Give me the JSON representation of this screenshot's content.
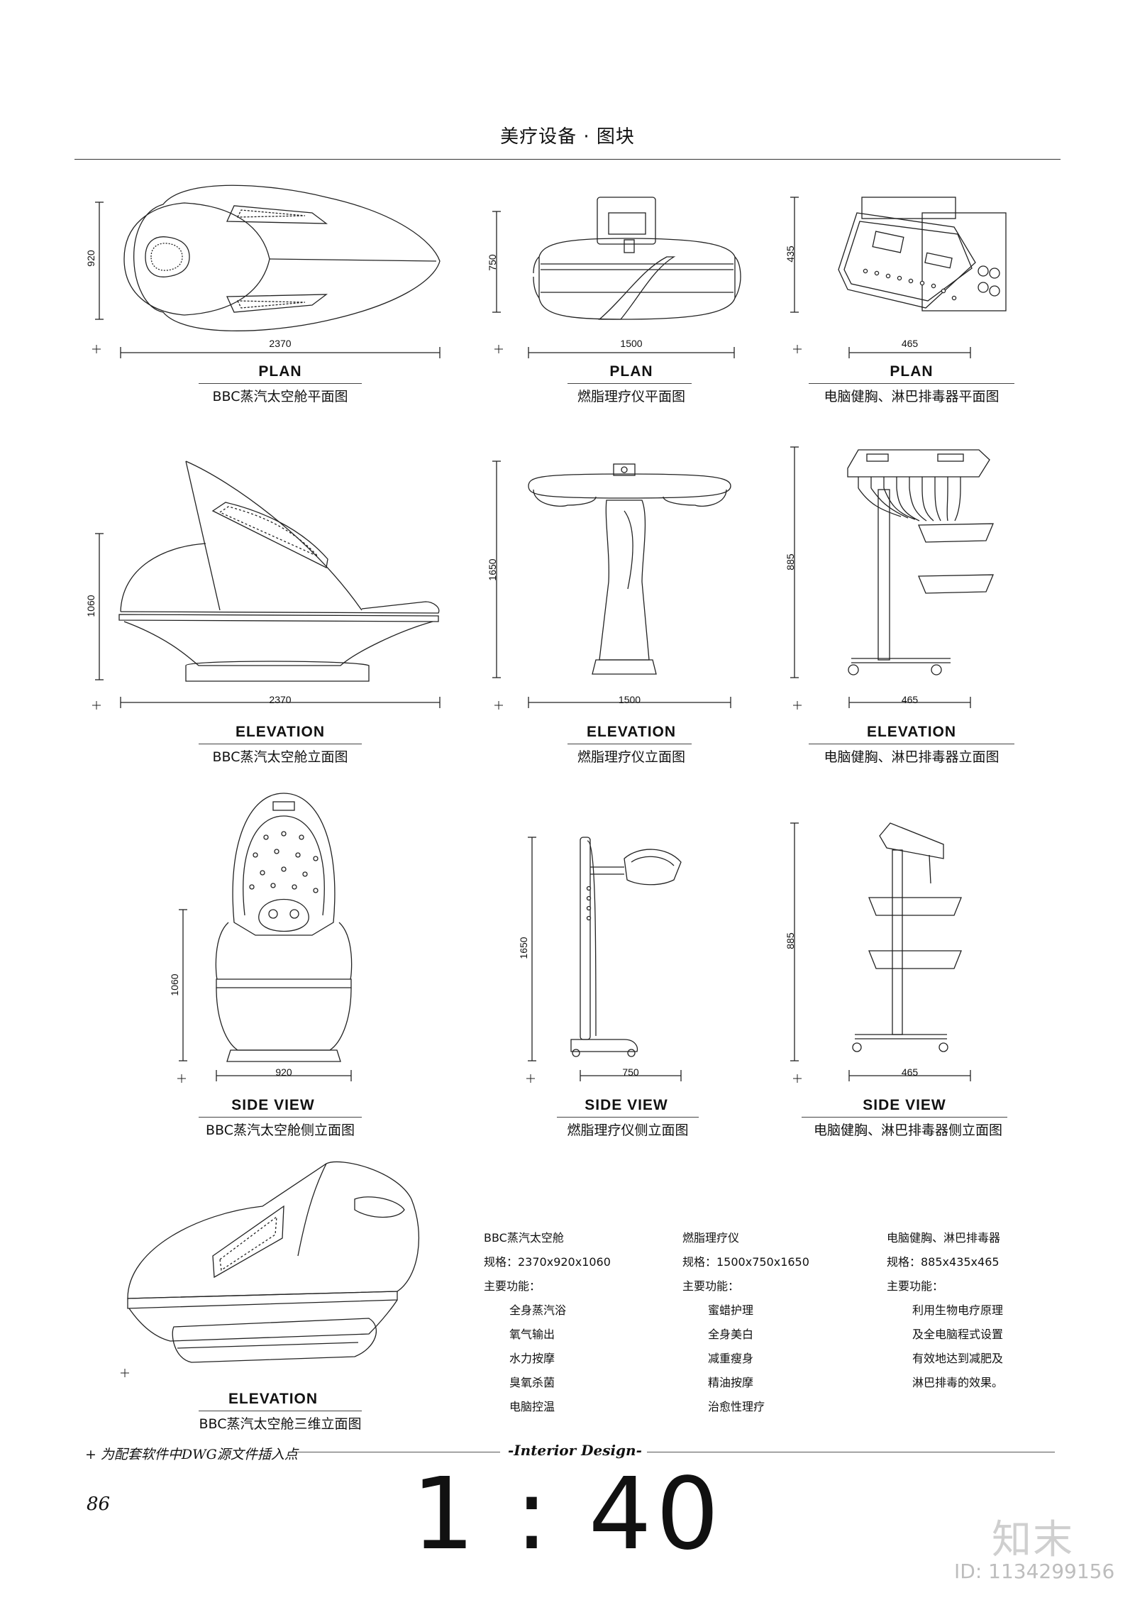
{
  "header": {
    "title": "美疗设备 · 图块"
  },
  "views": [
    {
      "id": "a-plan",
      "view": "PLAN",
      "caption": "BBC蒸汽太空舱平面图",
      "width_dim": "2370",
      "height_dim": "920"
    },
    {
      "id": "b-plan",
      "view": "PLAN",
      "caption": "燃脂理疗仪平面图",
      "width_dim": "1500",
      "height_dim": "750"
    },
    {
      "id": "c-plan",
      "view": "PLAN",
      "caption": "电脑健胸、淋巴排毒器平面图",
      "width_dim": "465",
      "height_dim": "435"
    },
    {
      "id": "a-elev",
      "view": "ELEVATION",
      "caption": "BBC蒸汽太空舱立面图",
      "width_dim": "2370",
      "height_dim": "1060"
    },
    {
      "id": "b-elev",
      "view": "ELEVATION",
      "caption": "燃脂理疗仪立面图",
      "width_dim": "1500",
      "height_dim": "1650"
    },
    {
      "id": "c-elev",
      "view": "ELEVATION",
      "caption": "电脑健胸、淋巴排毒器立面图",
      "width_dim": "465",
      "height_dim": "885"
    },
    {
      "id": "a-side",
      "view": "SIDE VIEW",
      "caption": "BBC蒸汽太空舱侧立面图",
      "width_dim": "920",
      "height_dim": "1060"
    },
    {
      "id": "b-side",
      "view": "SIDE VIEW",
      "caption": "燃脂理疗仪侧立面图",
      "width_dim": "750",
      "height_dim": "1650"
    },
    {
      "id": "c-side",
      "view": "SIDE VIEW",
      "caption": "电脑健胸、淋巴排毒器侧立面图",
      "width_dim": "465",
      "height_dim": "885"
    },
    {
      "id": "a-3d",
      "view": "ELEVATION",
      "caption": "BBC蒸汽太空舱三维立面图"
    }
  ],
  "specs": [
    {
      "name": "BBC蒸汽太空舱",
      "spec": "规格：2370x920x1060",
      "func_label": "主要功能：",
      "items": [
        "全身蒸汽浴",
        "氧气输出",
        "水力按摩",
        "臭氧杀菌",
        "电脑控温"
      ]
    },
    {
      "name": "燃脂理疗仪",
      "spec": "规格：1500x750x1650",
      "func_label": "主要功能：",
      "items": [
        "蜜蜡护理",
        "全身美白",
        "减重瘦身",
        "精油按摩",
        "治愈性理疗"
      ]
    },
    {
      "name": "电脑健胸、淋巴排毒器",
      "spec": "规格：885x435x465",
      "func_label": "主要功能：",
      "items": [
        "利用生物电疗原理",
        "及全电脑程式设置",
        "有效地达到减肥及",
        "淋巴排毒的效果。"
      ]
    }
  ],
  "footer": {
    "note": "为配套软件中DWG源文件插入点",
    "center": "-Interior Design-",
    "page": "86",
    "scale": "1 : 40",
    "brand": "知末",
    "image_id": "ID: 1134299156"
  }
}
